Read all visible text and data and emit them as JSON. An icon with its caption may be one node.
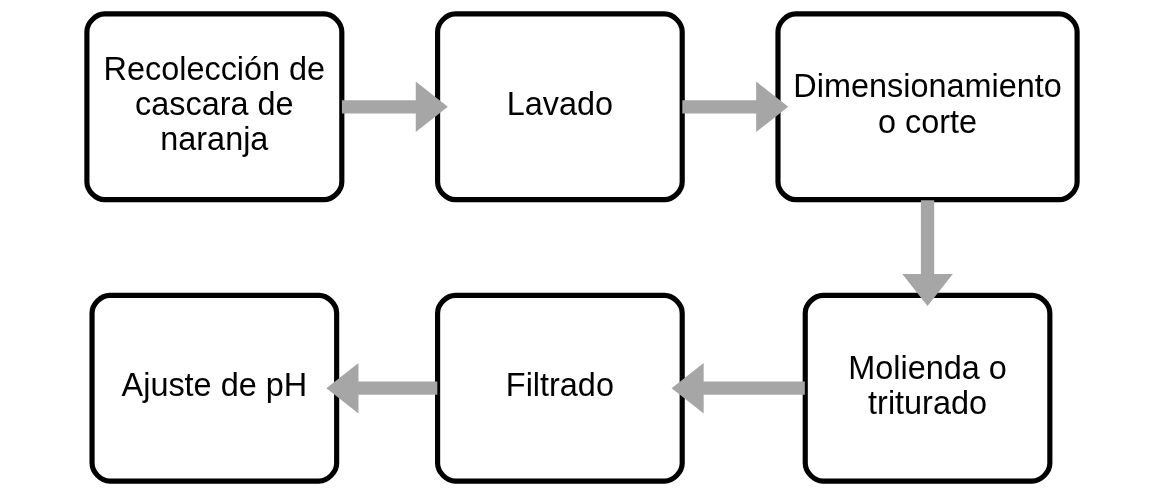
{
  "diagram": {
    "nodes": [
      {
        "text": [
          "Recolección de cascara de naranja"
        ]
      },
      {
        "text": [
          "Lavado"
        ]
      },
      {
        "text": [
          "Dimensionamiento o corte"
        ]
      },
      {
        "text": [
          "Molienda o triturado"
        ]
      },
      {
        "text": [
          "Filtrado"
        ]
      },
      {
        "text": [
          "Ajuste de pH"
        ]
      }
    ],
    "edges": [
      {
        "from": 0,
        "to": 1,
        "arrow": "to"
      },
      {
        "from": 1,
        "to": 2,
        "arrow": "to"
      },
      {
        "from": 2,
        "to": 3,
        "arrow": "to"
      },
      {
        "from": 3,
        "to": 4,
        "arrow": "to"
      },
      {
        "from": 4,
        "to": 5,
        "arrow": "to"
      }
    ]
  }
}
